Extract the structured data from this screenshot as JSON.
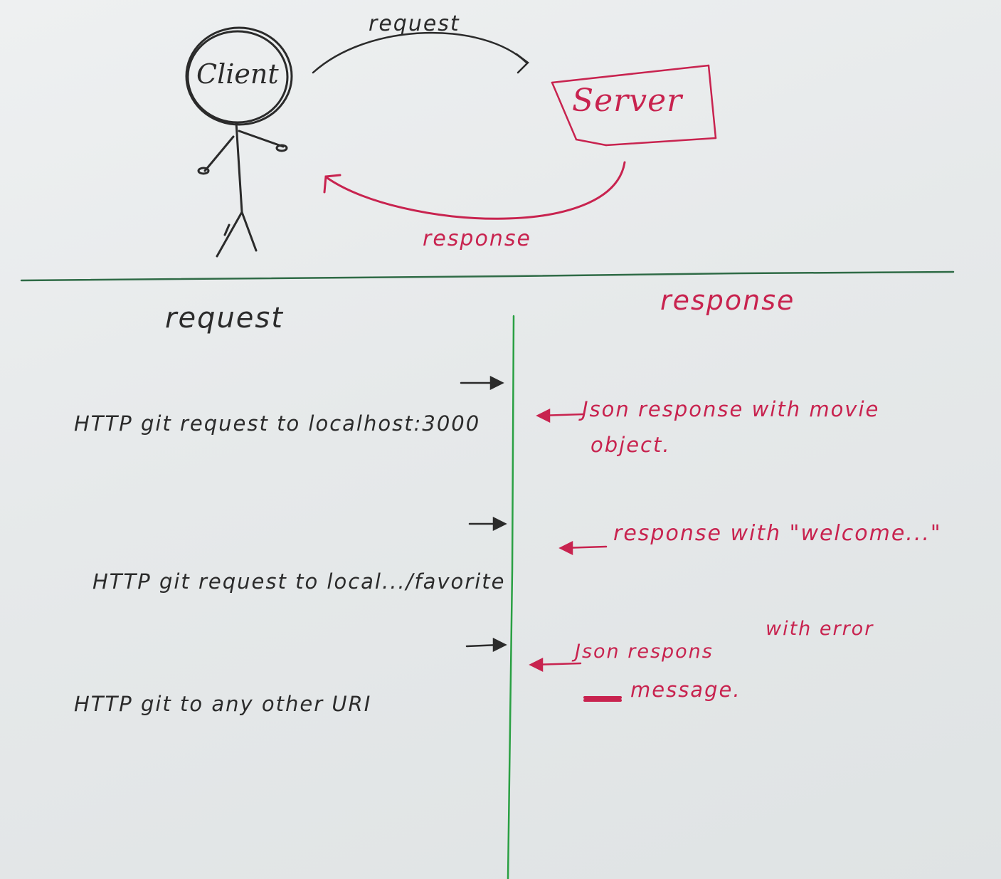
{
  "diagram": {
    "client": {
      "label": "Client"
    },
    "server": {
      "label": "Server"
    },
    "top_request_arrow": {
      "label": "request"
    },
    "top_response_arrow": {
      "label": "response"
    },
    "columns": {
      "request_header": "request",
      "response_header": "response"
    },
    "rows": [
      {
        "request": "HTTP git request to localhost:3000",
        "response_line1": "Json response with movie",
        "response_line2": "object."
      },
      {
        "request": "HTTP git request to local.../favorite",
        "response_line1": "response with \"welcome...\""
      },
      {
        "request": "HTTP git to any other URI",
        "response_line1": "Json respons",
        "response_line1b": "with error",
        "response_line2": "message."
      }
    ]
  }
}
